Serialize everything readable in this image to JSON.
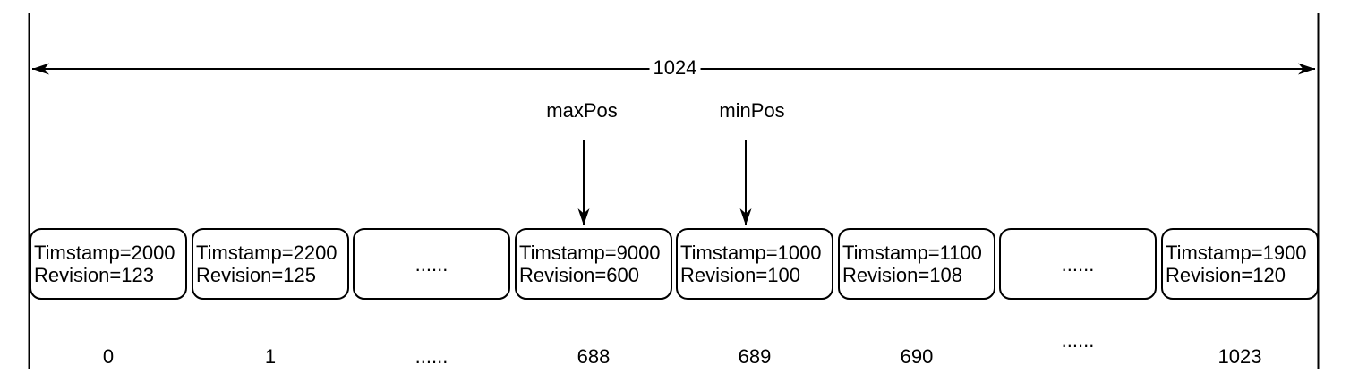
{
  "diagram": {
    "capacity_label": "1024",
    "pointers": {
      "max_label": "maxPos",
      "min_label": "minPos"
    },
    "slots": [
      {
        "line1": "Timstamp=2000",
        "line2": "Revision=123",
        "index": "0"
      },
      {
        "line1": "Timstamp=2200",
        "line2": "Revision=125",
        "index": "1"
      },
      {
        "line1": "......",
        "line2": "",
        "index": "......"
      },
      {
        "line1": "Timstamp=9000",
        "line2": "Revision=600",
        "index": "688"
      },
      {
        "line1": "Timstamp=1000",
        "line2": "Revision=100",
        "index": "689"
      },
      {
        "line1": "Timstamp=1100",
        "line2": "Revision=108",
        "index": "690"
      },
      {
        "line1": "......",
        "line2": "",
        "index": "......"
      },
      {
        "line1": "Timstamp=1900",
        "line2": "Revision=120",
        "index": "1023"
      }
    ],
    "colors": {
      "stroke": "#000000",
      "text": "#000000",
      "background": "#ffffff"
    }
  }
}
